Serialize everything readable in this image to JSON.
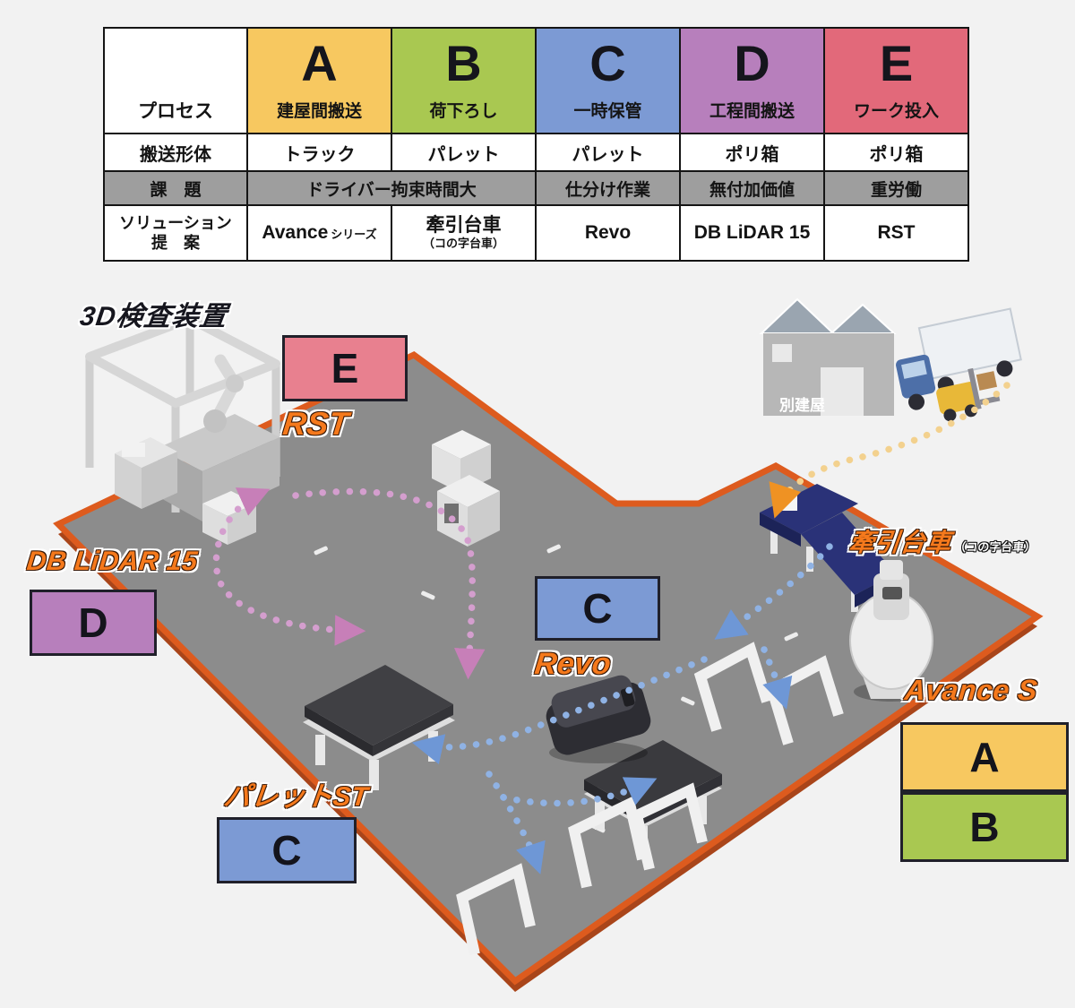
{
  "colors": {
    "col_a": "#F7C860",
    "col_b": "#A9C851",
    "col_c": "#7C9AD4",
    "col_d": "#B77FBC",
    "col_e": "#E2697A",
    "badge_e": "#E8808F",
    "floor": "#8C8C8C",
    "floor_border": "#DD5B1E",
    "route_pink": "#D49ECE",
    "route_blue": "#8FB2E4",
    "route_yellow": "#F3D18E",
    "label_orange": "#F5791C"
  },
  "table": {
    "corner": "プロセス",
    "row_labels": {
      "transport": "搬送形体",
      "issue": "課　題",
      "solution_line1": "ソリューション",
      "solution_line2": "提　案"
    },
    "columns": [
      {
        "letter": "A",
        "process": "建屋間搬送",
        "transport": "トラック",
        "color": "#F7C860"
      },
      {
        "letter": "B",
        "process": "荷下ろし",
        "transport": "パレット",
        "color": "#A9C851"
      },
      {
        "letter": "C",
        "process": "一時保管",
        "transport": "パレット",
        "color": "#7C9AD4"
      },
      {
        "letter": "D",
        "process": "工程間搬送",
        "transport": "ポリ箱",
        "color": "#B77FBC"
      },
      {
        "letter": "E",
        "process": "ワーク投入",
        "transport": "ポリ箱",
        "color": "#E2697A"
      }
    ],
    "issues": [
      {
        "text": "ドライバー拘束時間大"
      },
      {
        "text": "仕分け作業"
      },
      {
        "text": "無付加価値"
      },
      {
        "text": "重労働"
      }
    ],
    "solutions": [
      {
        "main": "Avance",
        "suffix": "シリーズ"
      },
      {
        "main": "牽引台車",
        "note": "（コの字台車）"
      },
      {
        "main": "Revo"
      },
      {
        "main": "DB LiDAR 15"
      },
      {
        "main": "RST"
      }
    ]
  },
  "scene": {
    "labels": {
      "machine": "3D検査装置",
      "rst": "RST",
      "db_lidar": "DB LiDAR 15",
      "revo": "Revo",
      "pallet_st": "パレットST",
      "avance_s": "Avance S",
      "towing": "牽引台車",
      "towing_note": "（コの字台車）",
      "building": "別建屋"
    },
    "badges": {
      "e": {
        "letter": "E",
        "color": "#E8808F"
      },
      "c_revo": {
        "letter": "C",
        "color": "#7C9AD4"
      },
      "d": {
        "letter": "D",
        "color": "#B77FBC"
      },
      "c_pallet": {
        "letter": "C",
        "color": "#7C9AD4"
      },
      "a": {
        "letter": "A",
        "color": "#F7C860"
      },
      "b": {
        "letter": "B",
        "color": "#A9C851"
      }
    }
  }
}
